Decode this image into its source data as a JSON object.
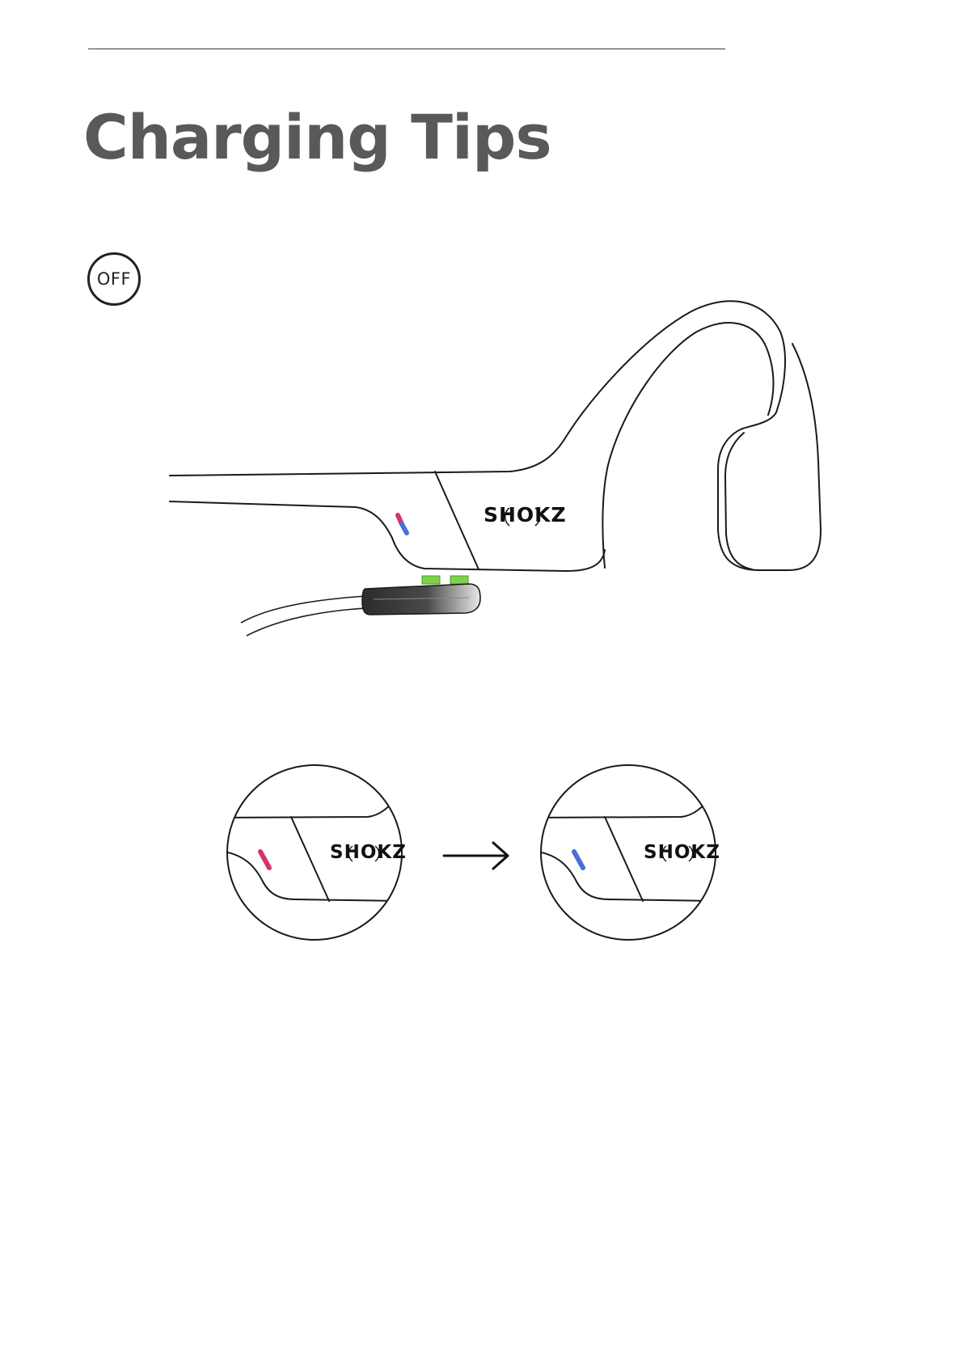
{
  "header": {
    "title": "Charging Tips"
  },
  "power_state": {
    "label": "OFF"
  },
  "brand": {
    "logo_text": "SHOKZ"
  },
  "indicator_states": {
    "charging_color": "#d6336c",
    "charged_color": "#4a6fd8",
    "dual_top_color": "#d6336c",
    "dual_bottom_color": "#4a6fd8",
    "contact_color": "#7cd24a"
  },
  "icons": {
    "arrow": "arrow-right-icon",
    "power": "off-badge-icon"
  }
}
